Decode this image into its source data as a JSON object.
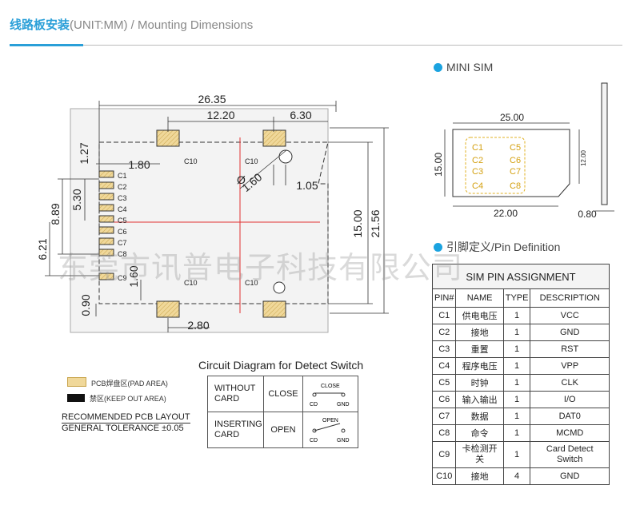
{
  "header": {
    "title_zh": "线路板安装",
    "title_en": "(UNIT:MM) / Mounting Dimensions"
  },
  "layout": {
    "dims": {
      "d1": "26.35",
      "d2": "12.20",
      "d3": "6.30",
      "d4": "1.27",
      "d5": "1.80",
      "d6": "8.89",
      "d7": "5.30",
      "d8": "6.21",
      "d9": "1.60",
      "d10": "1.05",
      "d11": "15.00",
      "d12": "21.56",
      "d13": "1.60",
      "d14": "0.90",
      "d15": "2.80"
    },
    "pad_labels": [
      "C1",
      "C2",
      "C3",
      "C4",
      "C5",
      "C6",
      "C7",
      "C8",
      "C9"
    ],
    "c10": "C10"
  },
  "mini_sim": {
    "title": "MINI SIM",
    "length": "25.00",
    "height": "15.00",
    "inner": "22.00",
    "side": "12.00",
    "thickness": "0.80",
    "contacts": [
      "C1",
      "C2",
      "C3",
      "C4",
      "C5",
      "C6",
      "C7",
      "C8"
    ]
  },
  "pin_def": {
    "title": "引脚定义/Pin Definition",
    "table_title": "SIM PIN ASSIGNMENT",
    "headers": [
      "PIN#",
      "NAME",
      "TYPE",
      "DESCRIPTION"
    ],
    "rows": [
      [
        "C1",
        "供电电压",
        "1",
        "VCC"
      ],
      [
        "C2",
        "接地",
        "1",
        "GND"
      ],
      [
        "C3",
        "重置",
        "1",
        "RST"
      ],
      [
        "C4",
        "程序电压",
        "1",
        "VPP"
      ],
      [
        "C5",
        "时钟",
        "1",
        "CLK"
      ],
      [
        "C6",
        "输入输出",
        "1",
        "I/O"
      ],
      [
        "C7",
        "数据",
        "1",
        "DAT0"
      ],
      [
        "C8",
        "命令",
        "1",
        "MCMD"
      ],
      [
        "C9",
        "卡检测开关",
        "1",
        "Card Detect Switch"
      ],
      [
        "C10",
        "接地",
        "4",
        "GND"
      ]
    ]
  },
  "circuit": {
    "title": "Circuit Diagram for Detect Switch",
    "rows": [
      {
        "state": "WITHOUT CARD",
        "switch": "CLOSE",
        "label": "CLOSE",
        "a": "CD",
        "b": "GND"
      },
      {
        "state": "INSERTING CARD",
        "switch": "OPEN",
        "label": "OPEN",
        "a": "CD",
        "b": "GND"
      }
    ]
  },
  "legend": {
    "pad": "PCB焊盘区(PAD AREA)",
    "keepout": "禁区(KEEP OUT AREA)",
    "pad_color": "#f0d89a",
    "keepout_color": "#111111"
  },
  "layout_note": {
    "line1": "RECOMMENDED PCB LAYOUT",
    "line2": "GENERAL TOLERANCE ±0.05"
  },
  "watermark": "东莞市讯普电子科技有限公司",
  "colors": {
    "accent": "#2a9fd8",
    "dot": "#1ba3e0",
    "red": "#e03030",
    "pad": "#f0d89a"
  }
}
